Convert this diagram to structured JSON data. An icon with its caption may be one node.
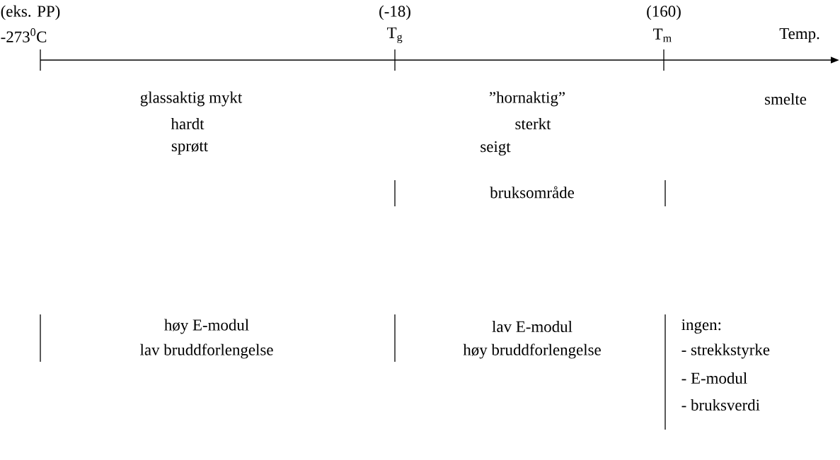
{
  "diagram": {
    "labels": [
      "(eks. PP)",
      "(-18)",
      "(160)",
      "-273$^{0}$C",
      "T$_{g}$",
      "T$_{m}$",
      "Temp.",
      "glassaktig mykt",
      "”hornaktig”",
      "smelte",
      "hardt",
      "sterkt",
      "sprøtt",
      "seigt",
      "bruksområde",
      "høy E-modul",
      "lav E-modul",
      "ingen:",
      "lav bruddforlengelse",
      "høy bruddforlengelse",
      "- strekkstyrke",
      "- E-modul",
      "- bruksverdi"
    ]
  }
}
